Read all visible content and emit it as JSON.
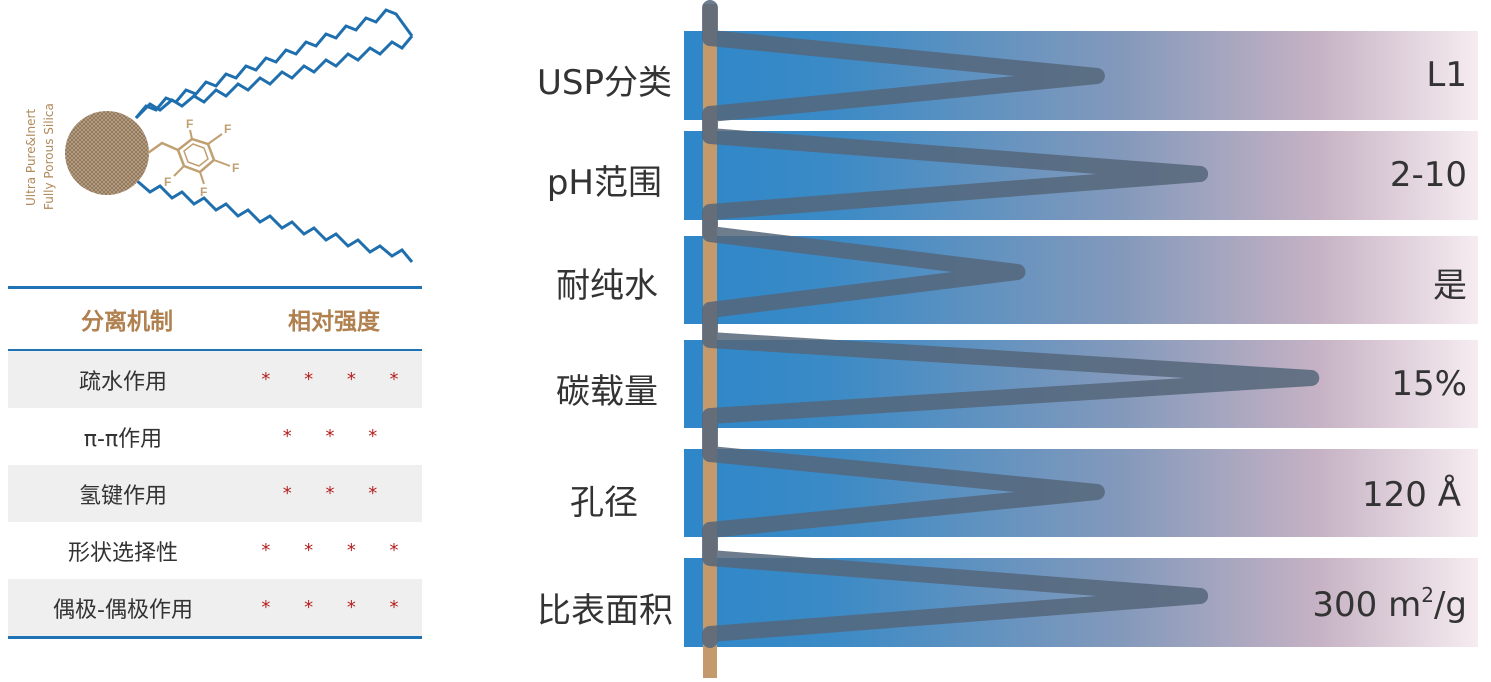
{
  "molecule": {
    "silica_label_line1": "Ultra Pure&Inert",
    "silica_label_line2": "Fully Porous Silica",
    "atom_label": "F",
    "colors": {
      "chain": "#1f6fae",
      "ring": "#c0a070",
      "bead": "#a98f73"
    }
  },
  "table": {
    "header_col1": "分离机制",
    "header_col2": "相对强度",
    "rows": [
      {
        "name": "疏水作用",
        "stars": "* * * *"
      },
      {
        "name": "π-π作用",
        "stars": "* * *"
      },
      {
        "name": "氢键作用",
        "stars": "* * *"
      },
      {
        "name": "形状选择性",
        "stars": "* * * *"
      },
      {
        "name": "偶极-偶极作用",
        "stars": "* * * *"
      }
    ]
  },
  "specs": [
    {
      "label": "USP分类",
      "value": "L1",
      "level": 0.52
    },
    {
      "label": "pH范围",
      "value": "2-10",
      "level": 0.65
    },
    {
      "label": "耐纯水",
      "value": "是",
      "level": 0.42
    },
    {
      "label": "碳载量",
      "value": "15%",
      "level": 0.79
    },
    {
      "label": "孔径",
      "value": "120 Å",
      "level": 0.52
    },
    {
      "label": "比表面积",
      "value_main": "300 m",
      "value_sup": "2",
      "value_tail": "/g",
      "level": 0.65
    }
  ],
  "colors": {
    "accent_blue": "#1f72b3",
    "header_text": "#b0804f",
    "star": "#b52020",
    "rod": "#c49a6c",
    "zigzag": "#55667a"
  }
}
